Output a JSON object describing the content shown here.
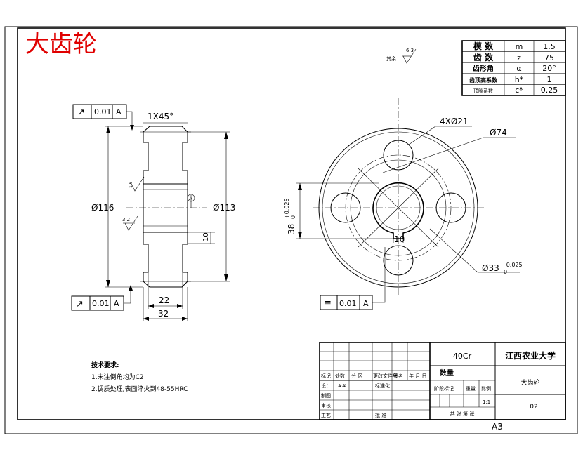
{
  "title": "大齿轮",
  "params": [
    {
      "label": "模 数",
      "sym": "m",
      "val": "1.5"
    },
    {
      "label": "齿 数",
      "sym": "z",
      "val": "75"
    },
    {
      "label": "齿形角",
      "sym": "α",
      "val": "20°"
    },
    {
      "label": "齿顶高系数",
      "sym": "h*",
      "val": "1"
    },
    {
      "label": "顶隙系数",
      "sym": "c*",
      "val": "0.25"
    }
  ],
  "roughness_note": {
    "label": "其余",
    "value": "6.3"
  },
  "section": {
    "chamfer": "1X45°",
    "dia_outer": "Ø116",
    "dia_root": "Ø113",
    "width_hub": "22",
    "width_total": "32",
    "key_dim": "10",
    "roughness_bore": "1.6",
    "roughness_face": "3.2",
    "tol_top": {
      "sym": "↗",
      "val": "0.01",
      "ref": "A"
    },
    "tol_bottom": {
      "sym": "↗",
      "val": "0.01",
      "ref": "A"
    },
    "datum": "A"
  },
  "front": {
    "holes": "4XØ21",
    "dia_pcd": "Ø74",
    "bore_dia": "Ø33",
    "bore_tol_up": "+0.025",
    "bore_tol_low": "0",
    "key_height": "38",
    "key_tol_up": "+0.025",
    "key_tol_low": "0",
    "key_width": "10",
    "sym_tol": {
      "sym": "≡",
      "val": "0.01",
      "ref": "A"
    }
  },
  "tech_req": {
    "title": "技术要求:",
    "items": [
      "1.未注倒角均为C2",
      "2.调质处理,表面淬火到48-55HRC"
    ]
  },
  "title_block": {
    "material": "40Cr",
    "org": "江西农业大学",
    "part_name": "大齿轮",
    "drawing_no": "02",
    "qty_label": "数量",
    "stage_label": "阶段标记",
    "weight_label": "重量",
    "scale_label": "比例",
    "scale": "1:1",
    "sheets": "共 张 第 张",
    "row_headers": [
      "标记",
      "处数",
      "分 区",
      "更改文件号",
      "签名",
      "年 月 日"
    ],
    "designer_label": "设计",
    "designer": "##",
    "std_label": "标准化",
    "drafter_label": "制图",
    "reviewer_label": "审核",
    "process_label": "工艺",
    "approve_label": "批 准"
  },
  "sheet_size": "A3"
}
